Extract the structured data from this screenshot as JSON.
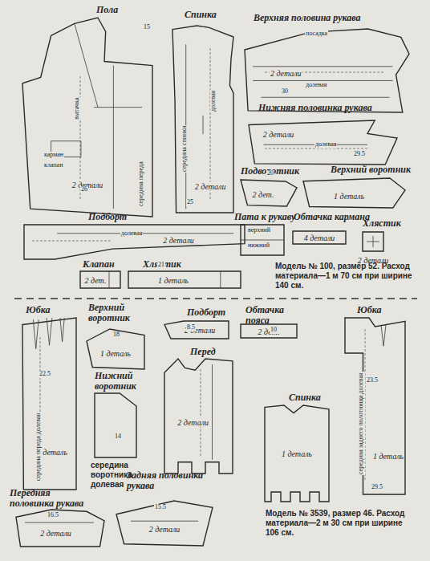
{
  "diagram": {
    "nodes": [
      {
        "text": [
          "Пола",
          "2 детали"
        ]
      },
      {
        "text": [
          "Спинка",
          "2 детали"
        ]
      },
      {
        "text": [
          "Верхняя половина рукава",
          "2 детали"
        ]
      },
      {
        "text": [
          "Нижняя половинка рукава",
          "2 детали"
        ]
      },
      {
        "text": [
          "Подворотник",
          "2 дет."
        ]
      },
      {
        "text": [
          "Верхний воротник",
          "1 деталь"
        ]
      },
      {
        "text": [
          "Пата к рукаву"
        ]
      },
      {
        "text": [
          "Обтачка кармана",
          "4 детали"
        ]
      },
      {
        "text": [
          "Хлястик",
          "2 детали"
        ]
      },
      {
        "text": [
          "Подборт",
          "2 детали"
        ]
      },
      {
        "text": [
          "Клапан",
          "2 дет."
        ]
      },
      {
        "text": [
          "Хлястик",
          "1 деталь"
        ]
      },
      {
        "text": [
          "Юбка",
          "1 деталь"
        ]
      },
      {
        "text": [
          "Верхний воротник",
          "1 деталь"
        ]
      },
      {
        "text": [
          "Подборт",
          "2 детали"
        ]
      },
      {
        "text": [
          "Обтачка пояса",
          "2 дет."
        ]
      },
      {
        "text": [
          "Юбка",
          "1 деталь"
        ]
      },
      {
        "text": [
          "Перед",
          "2 детали"
        ]
      },
      {
        "text": [
          "Спинка",
          "1 деталь"
        ]
      },
      {
        "text": [
          "Нижний воротник"
        ]
      },
      {
        "text": [
          "Передняя половинка рукава",
          "2 детали"
        ]
      },
      {
        "text": [
          "Задняя половинка рукава",
          "2 детали"
        ]
      }
    ],
    "labels": [
      "карман",
      "клапан",
      "середина переда",
      "вытачка",
      "середина спинки",
      "долевая",
      "посадка",
      "долевая",
      "долевая",
      "долевая",
      "верхний",
      "нижний",
      "25",
      "26",
      "30",
      "29.5",
      "20",
      "21",
      "15",
      "Модель № 100, размер 52. Расход материала—1 м 70 см при ширине 140 см.",
      "середина переда долевая",
      "22.5",
      "середина заднего полотнища долевая",
      "23.5",
      "18",
      "14",
      "середина воротника долевая",
      "8.5",
      "10",
      "29.5",
      "16.5",
      "15.5",
      "Модель № 3539, размер 46. Расход материала—2 м 30 см при ширине 106 см."
    ]
  }
}
